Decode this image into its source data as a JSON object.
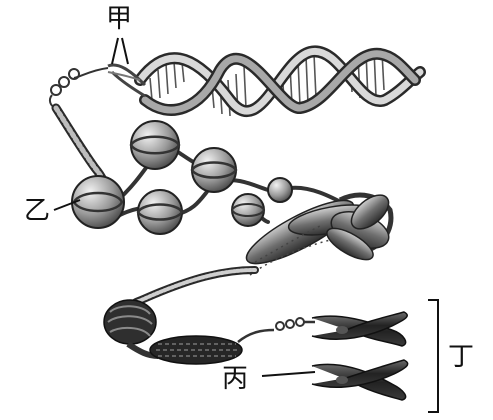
{
  "labels": {
    "jia": "甲",
    "yi": "乙",
    "bing": "丙",
    "ding": "丁"
  },
  "colors": {
    "ink": "#111111",
    "light_gray": "#d8d8d8",
    "mid_gray": "#9a9a9a",
    "dark_gray": "#555555",
    "near_black": "#2a2a2a"
  }
}
